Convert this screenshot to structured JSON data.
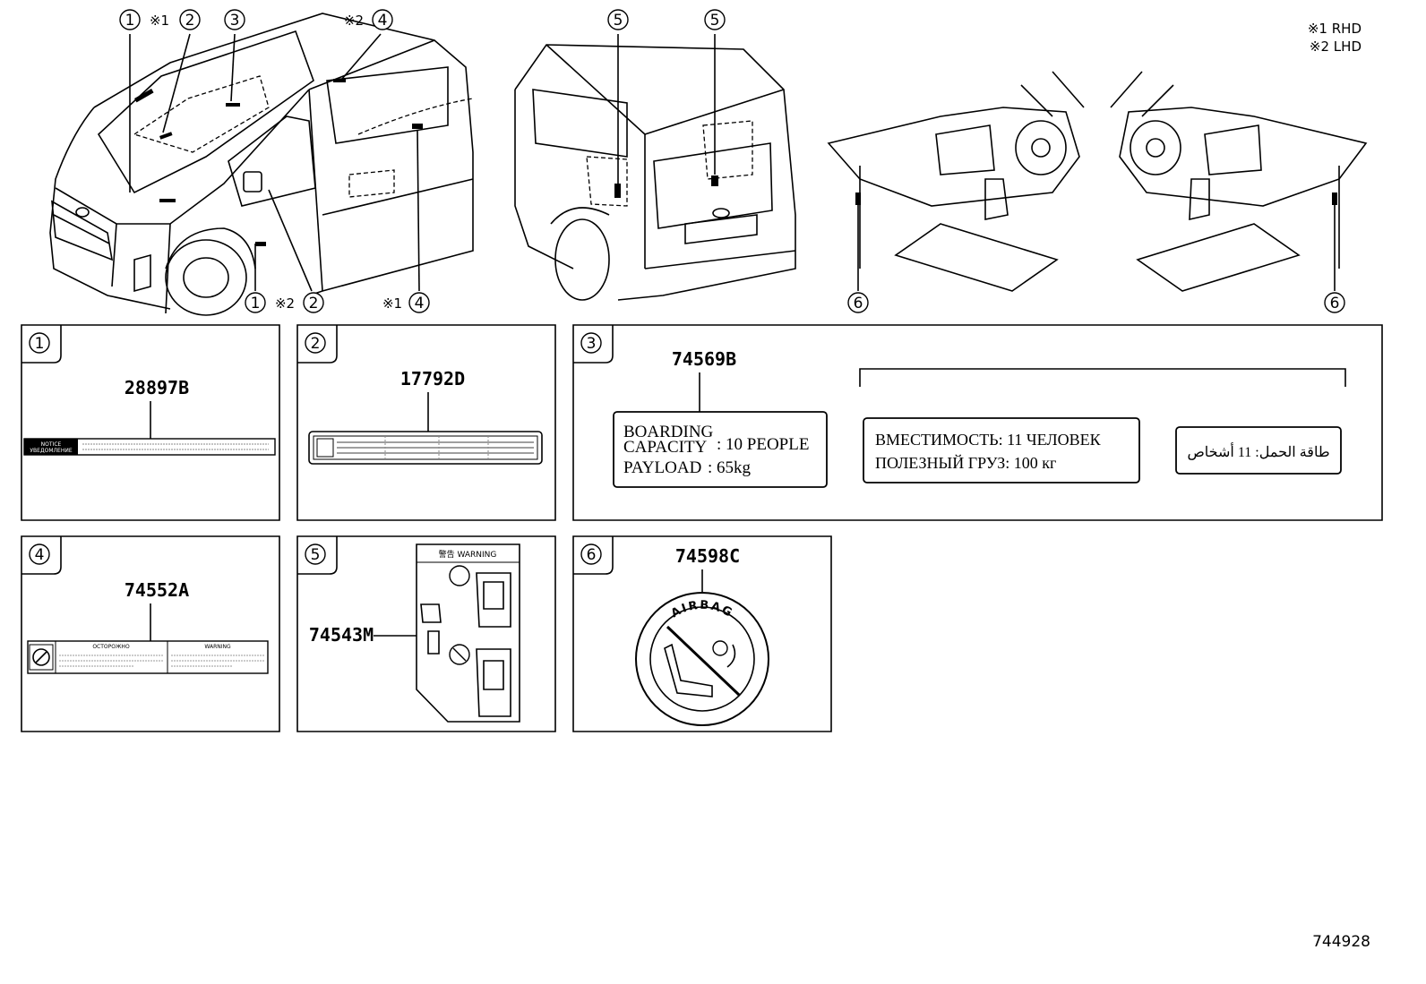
{
  "notes": {
    "rhd": "※1 RHD",
    "lhd": "※2 LHD"
  },
  "callouts": {
    "c1": "1",
    "c2": "2",
    "c3": "3",
    "c4": "4",
    "c5": "5",
    "c6": "6",
    "star1": "※1",
    "star2": "※2"
  },
  "panels": {
    "p1": {
      "num": "1",
      "part": "28897B",
      "label_line1": "NOTICE",
      "label_line2": "УВЕДОМЛЕНИЕ"
    },
    "p2": {
      "num": "2",
      "part": "17792D"
    },
    "p3": {
      "num": "3",
      "part": "74569B",
      "en_line1": "BOARDING",
      "en_line2": "CAPACITY",
      "en_value1": ": 10 PEOPLE",
      "en_line3": "PAYLOAD",
      "en_value3": ": 65kg",
      "ru_line1": "ВМЕСТИМОСТЬ: 11 ЧЕЛОВЕК",
      "ru_line2": "ПОЛЕЗНЫЙ ГРУЗ: 100 кг",
      "ar_line": "طاقة الحمل: 11 أشخاص"
    },
    "p4": {
      "num": "4",
      "part": "74552A",
      "left_title": "ОСТОРОЖНО",
      "right_title": "WARNING"
    },
    "p5": {
      "num": "5",
      "part": "74543M",
      "header": "警告  WARNING"
    },
    "p6": {
      "num": "6",
      "part": "74598C",
      "ring_text": "AIRBAG"
    }
  },
  "diagram_id": "744928"
}
